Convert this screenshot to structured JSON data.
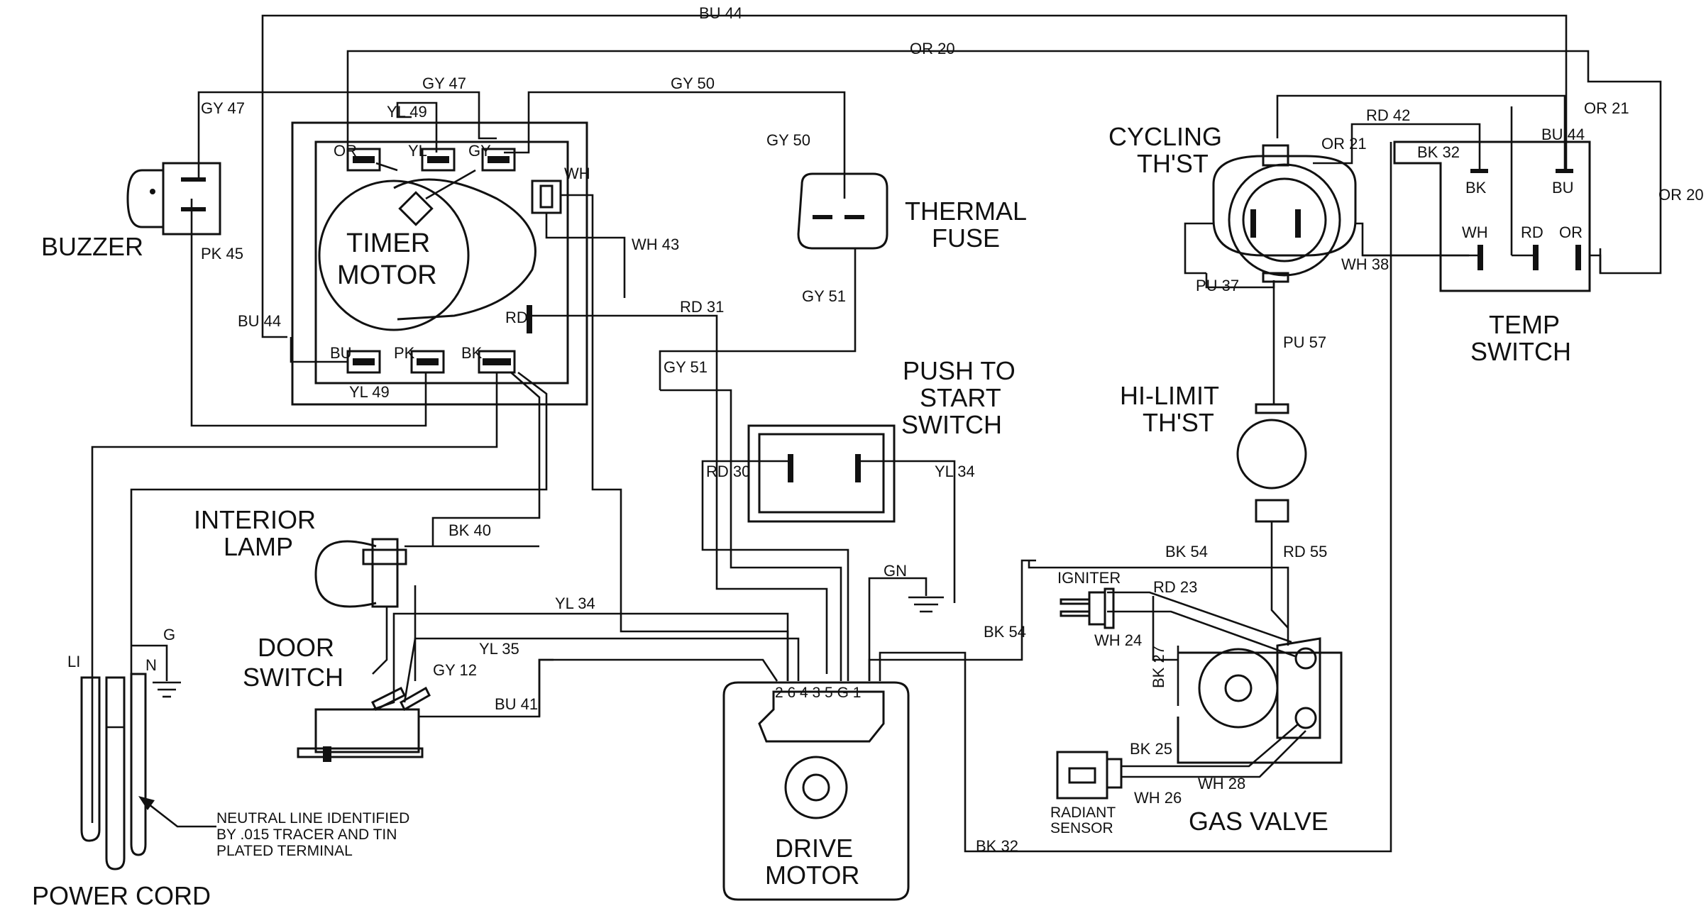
{
  "components": {
    "buzzer": "BUZZER",
    "timer_motor": [
      "TIMER",
      "MOTOR"
    ],
    "thermal_fuse": [
      "THERMAL",
      "FUSE"
    ],
    "cycling_thermostat": [
      "CYCLING",
      "TH'ST"
    ],
    "temp_switch": [
      "TEMP",
      "SWITCH"
    ],
    "push_to_start": [
      "PUSH TO",
      "START",
      "SWITCH"
    ],
    "hi_limit": [
      "HI-LIMIT",
      "TH'ST"
    ],
    "interior_lamp": [
      "INTERIOR",
      "LAMP"
    ],
    "door_switch": [
      "DOOR",
      "SWITCH"
    ],
    "igniter": "IGNITER",
    "gas_valve": "GAS VALVE",
    "radiant_sensor": [
      "RADIANT",
      "SENSOR"
    ],
    "drive_motor": [
      "DRIVE",
      "MOTOR"
    ],
    "power_cord": "POWER CORD"
  },
  "note": [
    "NEUTRAL LINE IDENTIFIED",
    "BY .015 TRACER AND TIN",
    "PLATED TERMINAL"
  ],
  "wires": {
    "bu44": "BU 44",
    "or20": "OR 20",
    "gy47": "GY 47",
    "gy50": "GY 50",
    "yl49": "YL 49",
    "rd42": "RD 42",
    "gy50b": "GY 50",
    "wh43": "WH 43",
    "rd31": "RD 31",
    "gy51a": "GY 51",
    "gy51b": "GY 51",
    "yl49b": "YL 49",
    "bk40": "BK 40",
    "yl34": "YL 34",
    "yl35": "YL 35",
    "bu41": "BU 41",
    "gy12": "GY 12",
    "rd30": "RD 30",
    "yl34b": "YL 34",
    "gn": "GN",
    "bk54": "BK 54",
    "bk54b": "BK 54",
    "bk32": "BK 32",
    "bk32b": "BK 32",
    "pu37": "PU 37",
    "pu57": "PU 57",
    "wh38": "WH 38",
    "rd55": "RD 55",
    "rd23": "RD 23",
    "wh24": "WH 24",
    "bk27": "BK 27",
    "bk25": "BK 25",
    "wh26": "WH 26",
    "wh28": "WH 28",
    "or21": "OR 21",
    "or21b": "OR 21",
    "bu44b": "BU 44",
    "or20b": "OR 20",
    "pk45": "PK 45",
    "gy47v": "GY 47",
    "bu44v": "BU 44"
  },
  "terminals": {
    "or": "OR",
    "yl": "YL",
    "gy": "GY",
    "wh": "WH",
    "rd": "RD",
    "bu": "BU",
    "pk": "PK",
    "bk": "BK",
    "ts_bk": "BK",
    "ts_bu": "BU",
    "ts_wh": "WH",
    "ts_rd": "RD",
    "ts_or": "OR",
    "motor_pins": "2 6 4 3   5 G 1",
    "li": "LI",
    "n": "N",
    "g": "G"
  }
}
